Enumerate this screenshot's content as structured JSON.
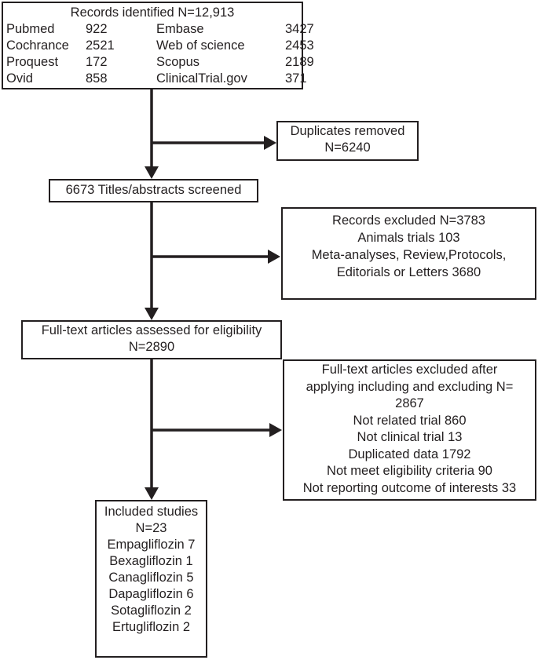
{
  "colors": {
    "ink": "#231f20",
    "background": "#ffffff"
  },
  "boxes": {
    "identified": {
      "title": "Records identified N=12,913",
      "sources": [
        {
          "name": "Pubmed",
          "count": "922"
        },
        {
          "name": "Embase",
          "count": "3427"
        },
        {
          "name": "Cochrance",
          "count": "2521"
        },
        {
          "name": "Web of science",
          "count": "2453"
        },
        {
          "name": "Proquest",
          "count": "172"
        },
        {
          "name": "Scopus",
          "count": "2189"
        },
        {
          "name": "Ovid",
          "count": "858"
        },
        {
          "name": "ClinicalTrial.gov",
          "count": "371"
        }
      ]
    },
    "duplicates": {
      "lines": [
        "Duplicates removed",
        "N=6240"
      ]
    },
    "screened": {
      "text": "6673 Titles/abstracts screened"
    },
    "records_excluded": {
      "lines": [
        "Records excluded N=3783",
        "Animals trials 103",
        "Meta-analyses, Review,Protocols,",
        "Editorials or Letters 3680"
      ]
    },
    "fulltext": {
      "lines": [
        "Full-text articles assessed for eligibility",
        "N=2890"
      ]
    },
    "fulltext_excluded": {
      "lines": [
        "Full-text articles excluded after",
        "applying including and excluding N=",
        "2867",
        "Not related trial 860",
        "Not clinical trial 13",
        "Duplicated data 1792",
        "Not meet eligibility criteria 90",
        "Not reporting outcome of interests 33"
      ]
    },
    "included": {
      "lines": [
        "Included studies",
        "N=23",
        "Empagliflozin 7",
        "Bexagliflozin 1",
        "Canagliflozin 5",
        "Dapagliflozin 6",
        "Sotagliflozin 2",
        "Ertugliflozin 2"
      ]
    }
  }
}
